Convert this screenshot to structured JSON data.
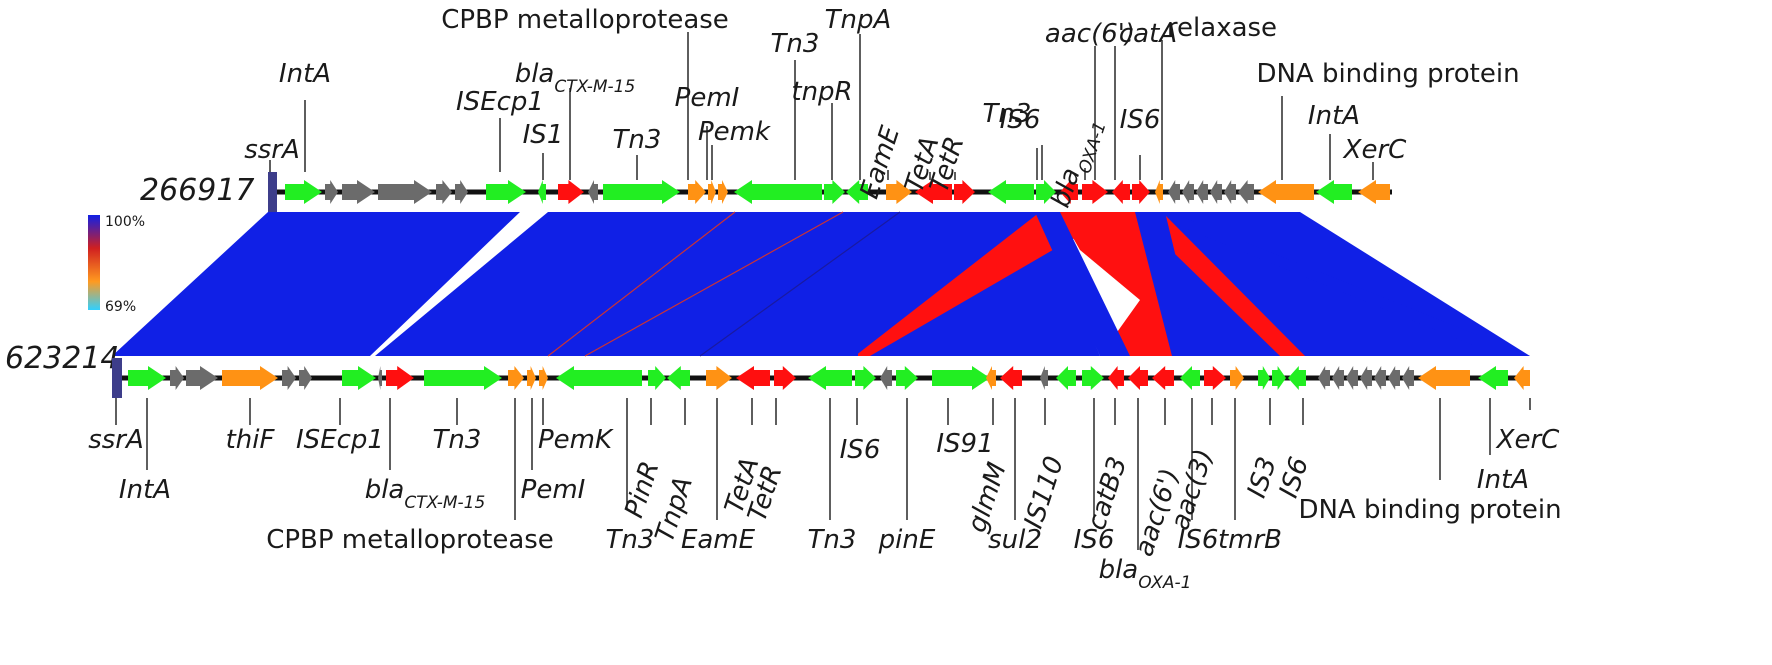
{
  "colors": {
    "green": "#22ee22",
    "grey": "#6b6b6b",
    "orange": "#ff9214",
    "red": "#ff0f0f",
    "blue": "#1020e6",
    "match_red": "#ff1010",
    "endcap": "#3d3d8a"
  },
  "sequences": {
    "top": {
      "name": "266917"
    },
    "bottom": {
      "name": "623214"
    }
  },
  "legend": {
    "max": "100%",
    "min": "69%"
  },
  "top_labels": [
    {
      "id": "ssrA",
      "text": "ssrA"
    },
    {
      "id": "IntA",
      "text": "IntA"
    },
    {
      "id": "ISEcp1",
      "text": "ISEcp1"
    },
    {
      "id": "IS1",
      "text": "IS1"
    },
    {
      "id": "bla",
      "text": "bla",
      "sub": "CTX-M-15"
    },
    {
      "id": "Tn3a",
      "text": "Tn3"
    },
    {
      "id": "CPBP",
      "text": "CPBP metalloprotease",
      "upright": true
    },
    {
      "id": "PemI",
      "text": "PemI"
    },
    {
      "id": "Pemk",
      "text": "Pemk"
    },
    {
      "id": "Tn3b",
      "text": "Tn3"
    },
    {
      "id": "tnpR",
      "text": "tnpR"
    },
    {
      "id": "TnpA",
      "text": "TnpA"
    },
    {
      "id": "EamE",
      "text": "EamE"
    },
    {
      "id": "TetA",
      "text": "TetA"
    },
    {
      "id": "TetR",
      "text": "TetR"
    },
    {
      "id": "Tn3c",
      "text": "Tn3"
    },
    {
      "id": "IS6a",
      "text": "IS6"
    },
    {
      "id": "aac6",
      "text": "aac(6')"
    },
    {
      "id": "blaOXA",
      "text": "bla",
      "sub": "OXA-1"
    },
    {
      "id": "catA",
      "text": "catA"
    },
    {
      "id": "IS6b",
      "text": "IS6"
    },
    {
      "id": "relaxase",
      "text": "relaxase",
      "upright": true
    },
    {
      "id": "DNAbp",
      "text": "DNA binding protein",
      "upright": true
    },
    {
      "id": "IntA2",
      "text": "IntA"
    },
    {
      "id": "XerC",
      "text": "XerC"
    }
  ],
  "bottom_labels": [
    {
      "id": "ssrA",
      "text": "ssrA"
    },
    {
      "id": "IntA",
      "text": "IntA"
    },
    {
      "id": "thiF",
      "text": "thiF"
    },
    {
      "id": "ISEcp1",
      "text": "ISEcp1"
    },
    {
      "id": "bla",
      "text": "bla",
      "sub": "CTX-M-15"
    },
    {
      "id": "Tn3a",
      "text": "Tn3"
    },
    {
      "id": "CPBP",
      "text": "CPBP metalloprotease",
      "upright": true
    },
    {
      "id": "PemI",
      "text": "PemI"
    },
    {
      "id": "PemK",
      "text": "PemK"
    },
    {
      "id": "Tn3b",
      "text": "Tn3"
    },
    {
      "id": "PinR",
      "text": "PinR"
    },
    {
      "id": "TnpA",
      "text": "TnpA"
    },
    {
      "id": "EamE",
      "text": "EamE"
    },
    {
      "id": "TetA",
      "text": "TetA"
    },
    {
      "id": "TetR",
      "text": "TetR"
    },
    {
      "id": "Tn3c",
      "text": "Tn3"
    },
    {
      "id": "IS6a",
      "text": "IS6"
    },
    {
      "id": "pinE",
      "text": "pinE"
    },
    {
      "id": "IS91",
      "text": "IS91"
    },
    {
      "id": "glmM",
      "text": "glmM"
    },
    {
      "id": "sul2",
      "text": "sul2"
    },
    {
      "id": "IS110",
      "text": "IS110"
    },
    {
      "id": "IS6b",
      "text": "IS6"
    },
    {
      "id": "catB3",
      "text": "catB3"
    },
    {
      "id": "blaOXA",
      "text": "bla",
      "sub": "OXA-1"
    },
    {
      "id": "aac6",
      "text": "aac(6')"
    },
    {
      "id": "IS6c",
      "text": "IS6"
    },
    {
      "id": "aac3",
      "text": "aac(3)"
    },
    {
      "id": "tmrB",
      "text": "tmrB"
    },
    {
      "id": "IS3",
      "text": "IS3"
    },
    {
      "id": "IS6d",
      "text": "IS6"
    },
    {
      "id": "DNAbp",
      "text": "DNA binding protein",
      "upright": true
    },
    {
      "id": "IntA2",
      "text": "IntA"
    },
    {
      "id": "XerC",
      "text": "XerC"
    }
  ]
}
